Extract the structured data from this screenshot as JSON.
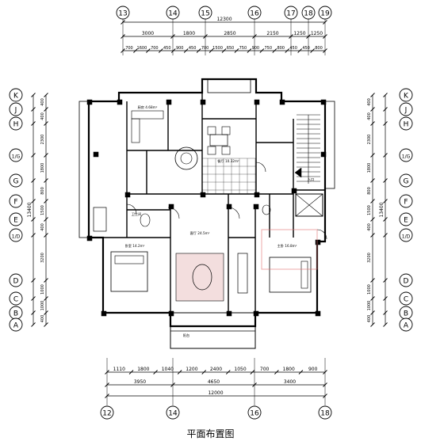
{
  "caption": "平面布置图",
  "colors": {
    "line": "#000000",
    "paper": "#ffffff",
    "watermark": "#e07070"
  },
  "top_axes": [
    "13",
    "14",
    "15",
    "16",
    "17",
    "18",
    "19"
  ],
  "top_total": "12300",
  "top_row1": [
    "3000",
    "1800",
    "2850",
    "2150",
    "1250",
    "1250"
  ],
  "top_row2": [
    "700",
    "1600",
    "700",
    "450",
    "900",
    "450",
    "700",
    "1500",
    "650",
    "750",
    "900",
    "750",
    "800",
    "450",
    "450",
    "800"
  ],
  "left_axes": [
    "K",
    "J",
    "H",
    "1/G",
    "G",
    "F",
    "E",
    "1/D",
    "D",
    "C",
    "B",
    "A"
  ],
  "right_axes": [
    "K",
    "J",
    "H",
    "1/G",
    "G",
    "F",
    "E",
    "1/D",
    "D",
    "C",
    "B",
    "A"
  ],
  "side_dims": [
    "400",
    "400",
    "2300",
    "1800",
    "800",
    "1500",
    "400",
    "3200",
    "1000",
    "1000",
    "400"
  ],
  "side_total": "13400",
  "bottom_row1": [
    "1110",
    "1800",
    "1040",
    "1200",
    "2400",
    "1050",
    "700",
    "1800",
    "900"
  ],
  "bottom_row2": [
    "3950",
    "4650",
    "3400"
  ],
  "bottom_total": "12000",
  "bottom_axes": [
    "12",
    "14",
    "16",
    "18"
  ],
  "room_labels": [
    "厨房 4.68m²",
    "餐厅 10.32m²",
    "客厅 24.5m²",
    "卧室 14.2m²",
    "主卧 16.8m²",
    "卫生间",
    "阳台",
    "入口"
  ]
}
